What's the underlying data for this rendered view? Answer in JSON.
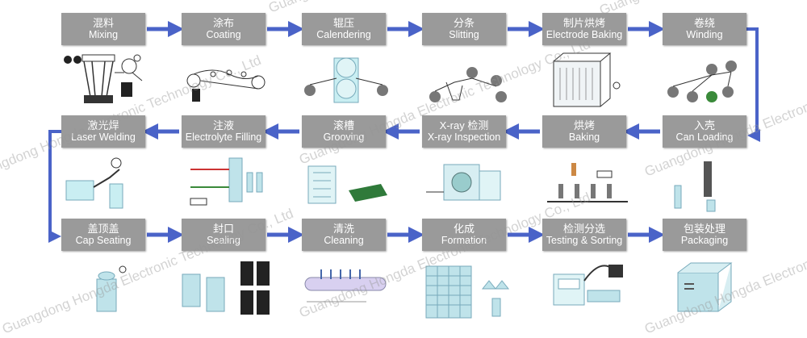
{
  "steps": [
    {
      "zh": "混料",
      "en": "Mixing"
    },
    {
      "zh": "涂布",
      "en": "Coating"
    },
    {
      "zh": "辊压",
      "en": "Calendering"
    },
    {
      "zh": "分条",
      "en": "Slitting"
    },
    {
      "zh": "制片烘烤",
      "en": "Electrode Baking"
    },
    {
      "zh": "卷绕",
      "en": "Winding"
    },
    {
      "zh": "入壳",
      "en": "Can Loading"
    },
    {
      "zh": "烘烤",
      "en": "Baking"
    },
    {
      "zh": "X-ray 检测",
      "en": "X-ray Inspection"
    },
    {
      "zh": "滚槽",
      "en": "Grooving"
    },
    {
      "zh": "注液",
      "en": "Electrolyte Filling"
    },
    {
      "zh": "激光焊",
      "en": "Laser Welding"
    },
    {
      "zh": "盖顶盖",
      "en": "Cap Seating"
    },
    {
      "zh": "封口",
      "en": "Sealing"
    },
    {
      "zh": "清洗",
      "en": "Cleaning"
    },
    {
      "zh": "化成",
      "en": "Formation"
    },
    {
      "zh": "检测分选",
      "en": "Testing & Sorting"
    },
    {
      "zh": "包装处理",
      "en": "Packaging"
    }
  ],
  "watermark": "Guangdong Hongda Electronic Technology Co., Ltd",
  "colors": {
    "box": "#9a9a9a",
    "arrow": "#4a63c8",
    "illus": "#bfe3ea",
    "line": "#333333"
  }
}
